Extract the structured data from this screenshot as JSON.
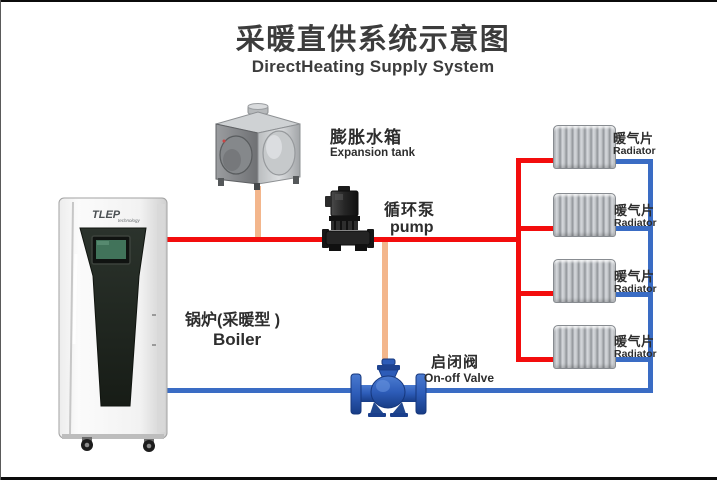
{
  "title": {
    "cn": "采暖直供系统示意图",
    "en": "DirectHeating Supply System"
  },
  "colors": {
    "pipe-red": "#f30d0d",
    "pipe-blue": "#3a6cc4",
    "pipe-orange": "#f3b68c",
    "valve-blue": "#2d5cb8",
    "text": "#2d2d2d"
  },
  "boiler": {
    "label_cn": "锅炉(采暖型 )",
    "label_en": "Boiler",
    "logo": "TLEP",
    "logo_sub": "technology"
  },
  "expansion_tank": {
    "label_cn": "膨胀水箱",
    "label_en": "Expansion tank"
  },
  "pump": {
    "label_cn": "循环泵",
    "label_en": "pump"
  },
  "valve": {
    "label_cn": "启闭阀",
    "label_en": "On-off Valve"
  },
  "radiators": [
    {
      "cn": "暖气片",
      "en": "Radiator"
    },
    {
      "cn": "暖气片",
      "en": "Radiator"
    },
    {
      "cn": "暖气片",
      "en": "Radiator"
    },
    {
      "cn": "暖气片",
      "en": "Radiator"
    }
  ]
}
